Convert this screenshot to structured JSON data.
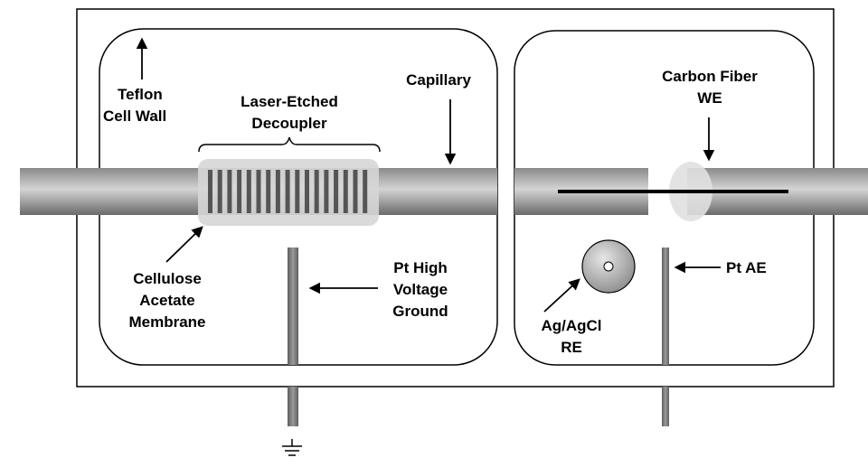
{
  "labels": {
    "teflon_line1": "Teflon",
    "teflon_line2": "Cell Wall",
    "decoupler_line1": "Laser-Etched",
    "decoupler_line2": "Decoupler",
    "capillary": "Capillary",
    "membrane_line1": "Cellulose",
    "membrane_line2": "Acetate",
    "membrane_line3": "Membrane",
    "hv_ground_line1": "Pt High",
    "hv_ground_line2": "Voltage",
    "hv_ground_line3": "Ground",
    "carbon_fiber_line1": "Carbon Fiber",
    "carbon_fiber_line2": "WE",
    "pt_ae": "Pt AE",
    "agagcl_line1": "Ag/AgCl",
    "agagcl_line2": "RE"
  },
  "colors": {
    "outline": "#000000",
    "capillary_light": "#c8c8c8",
    "capillary_dark": "#6e6e6e",
    "membrane_fill": "#d2d2d2",
    "decoupler_stripe": "#555555",
    "electrode": "#7a7a7a"
  },
  "icons": [
    "ground-symbol-icon",
    "arrow-icon"
  ]
}
